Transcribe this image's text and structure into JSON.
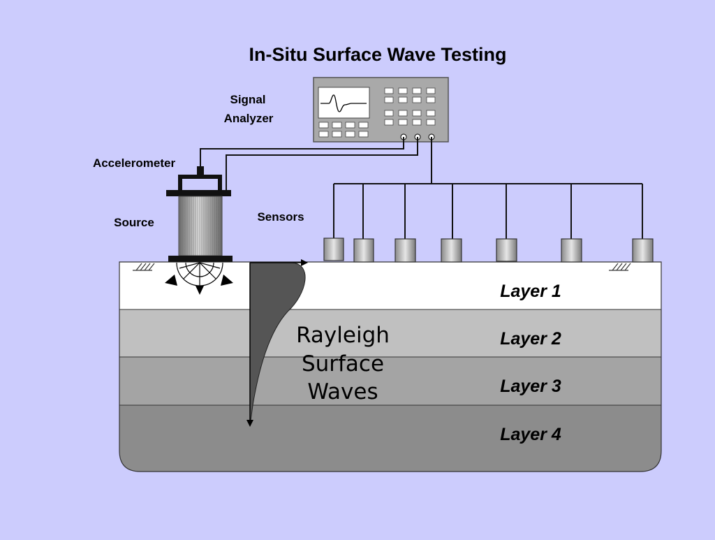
{
  "title": "In-Situ Surface Wave Testing",
  "labels": {
    "signal_analyzer_line1": "Signal",
    "signal_analyzer_line2": "Analyzer",
    "accelerometer": "Accelerometer",
    "source": "Source",
    "sensors": "Sensors"
  },
  "layers": [
    {
      "label": "Layer 1",
      "color": "#ffffff"
    },
    {
      "label": "Layer 2",
      "color": "#c0c0c0"
    },
    {
      "label": "Layer 3",
      "color": "#a4a4a4"
    },
    {
      "label": "Layer 4",
      "color": "#8c8c8c"
    }
  ],
  "wave_label": [
    "Rayleigh",
    "Surface",
    "Waves"
  ],
  "colors": {
    "background": "#ccccfd",
    "analyzer_body": "#a9a9a9",
    "wave_profile": "#555555"
  }
}
